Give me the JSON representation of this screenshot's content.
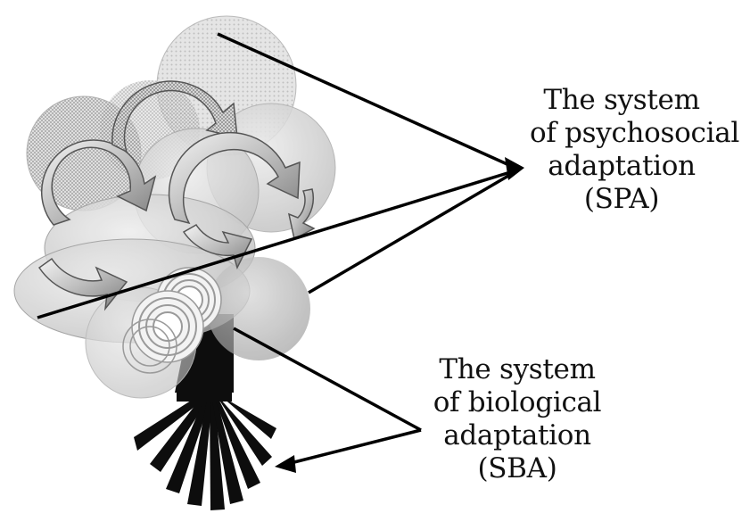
{
  "labels": {
    "spa": {
      "lines": [
        "The system",
        "of psychosocial",
        "adaptation",
        "(SPA)"
      ]
    },
    "sba": {
      "lines": [
        "The system",
        "of biological",
        "adaptation",
        "(SBA)"
      ]
    }
  },
  "colors": {
    "line": "#000000",
    "trunk": "#0d0d0d",
    "text": "#111111"
  }
}
